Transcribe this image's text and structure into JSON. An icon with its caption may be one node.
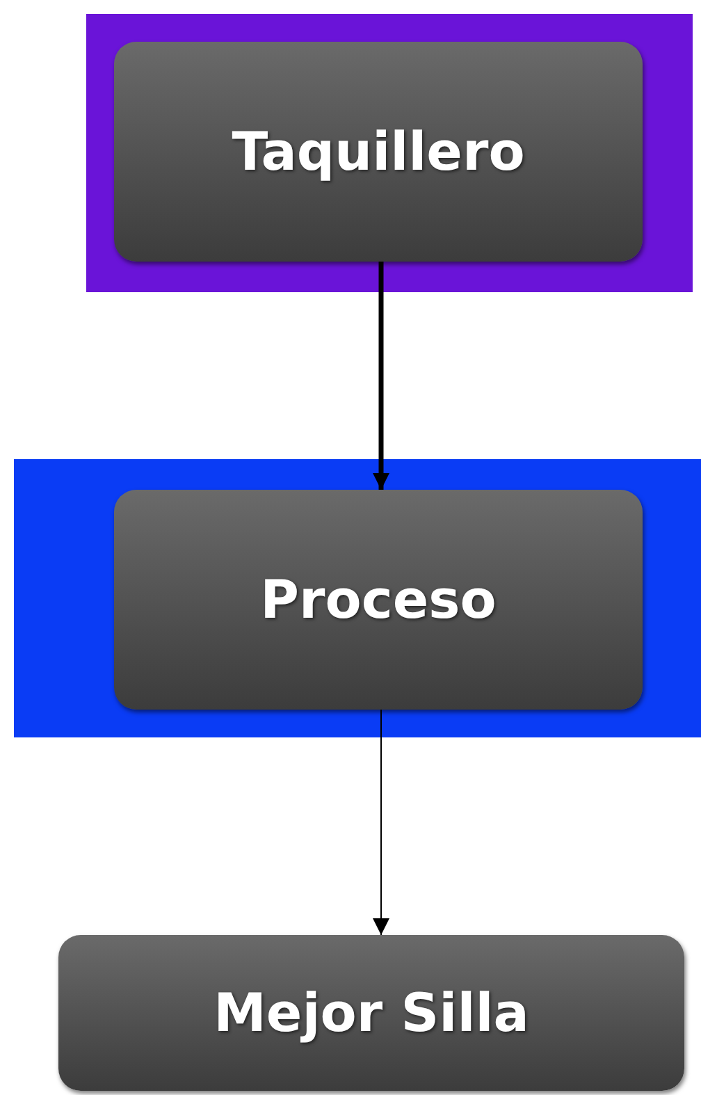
{
  "diagram": {
    "nodes": [
      {
        "text": [],
        "shape": "box"
      },
      {
        "text": [
          "Taquillero"
        ],
        "in": 0
      },
      {
        "text": [],
        "shape": "box"
      },
      {
        "text": [
          "Proceso"
        ],
        "in": 2
      },
      {
        "text": [
          "Mejor Silla"
        ]
      }
    ],
    "edges": [
      {
        "from": 1,
        "to": 3,
        "arrow": "to",
        "style": "thick"
      },
      {
        "from": 3,
        "to": 4,
        "arrow": "to"
      }
    ]
  }
}
